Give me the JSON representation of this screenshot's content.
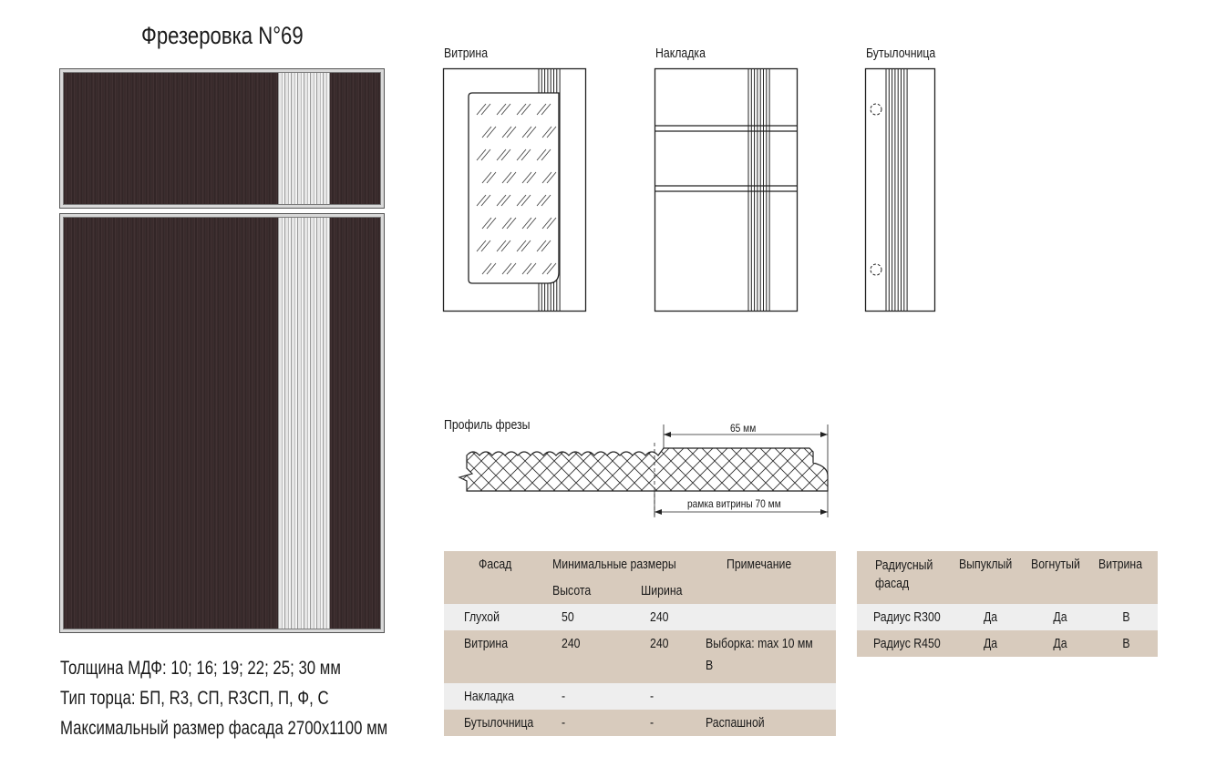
{
  "title": "Фрезеровка N°69",
  "specs": {
    "thickness": "Толщина МДФ: 10; 16; 19; 22; 25; 30 мм",
    "edge_type": "Тип торца: БП, R3, СП, R3СП, П, Ф, С",
    "max_size": "Максимальный размер фасада 2700х1100 мм"
  },
  "diagrams": {
    "vitrina": "Витрина",
    "nakladka": "Накладка",
    "butylochnitsa": "Бутылочница",
    "profile_title": "Профиль фрезы",
    "dim_65": "65 мм",
    "dim_frame": "рамка витрины 70 мм"
  },
  "main_table": {
    "headers": {
      "facade": "Фасад",
      "min_sizes": "Минимальные размеры",
      "height": "Высота",
      "width": "Ширина",
      "note": "Примечание"
    },
    "rows": [
      {
        "name": "Глухой",
        "height": "50",
        "width": "240",
        "note": "",
        "note2": ""
      },
      {
        "name": "Витрина",
        "height": "240",
        "width": "240",
        "note": "Выборка: max 10 мм",
        "note2": "В"
      },
      {
        "name": "Накладка",
        "height": "-",
        "width": "-",
        "note": "",
        "note2": ""
      },
      {
        "name": "Бутылочница",
        "height": "-",
        "width": "-",
        "note": "Распашной",
        "note2": ""
      }
    ]
  },
  "radius_table": {
    "headers": {
      "radius_facade_1": "Радиусный",
      "radius_facade_2": "фасад",
      "convex": "Выпуклый",
      "concave": "Вогнутый",
      "vitrina": "Витрина"
    },
    "rows": [
      {
        "name": "Радиус R300",
        "convex": "Да",
        "concave": "Да",
        "vitrina": "В"
      },
      {
        "name": "Радиус R450",
        "convex": "Да",
        "concave": "Да",
        "vitrina": "В"
      }
    ]
  },
  "colors": {
    "door_wood": "#3a2b2c",
    "table_header": "#d8cbbd",
    "table_light_row": "#eeeeee"
  }
}
